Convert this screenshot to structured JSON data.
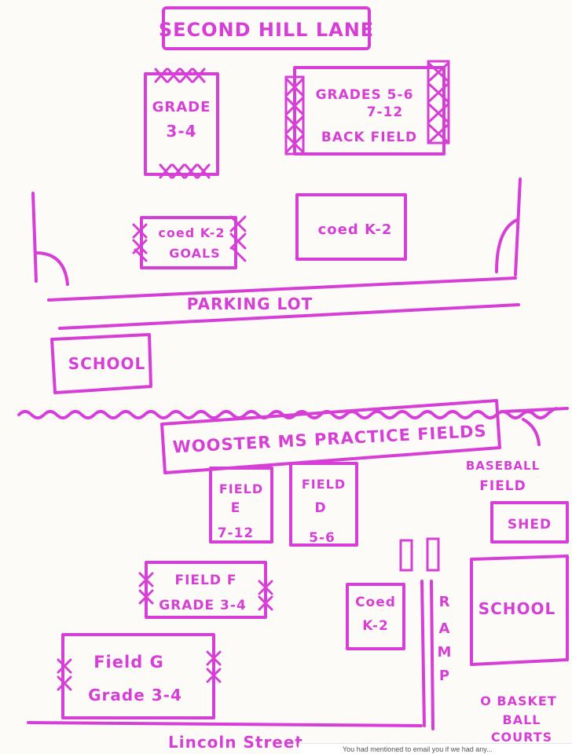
{
  "colors": {
    "ink": "#d63fd6",
    "paper": "#fdfbf7"
  },
  "top": {
    "street": "SECOND HILL LANE",
    "grade_3_4": {
      "line1": "GRADE",
      "line2": "3-4"
    },
    "back_field": {
      "line1": "GRADES 5-6",
      "line2": "7-12",
      "line3": "BACK FIELD"
    },
    "coed_goals": {
      "line1": "coed K-2",
      "line2": "GOALS"
    },
    "coed_k2": "coed K-2",
    "parking": "PARKING LOT",
    "school": "SCHOOL"
  },
  "bottom": {
    "title": "WOOSTER MS PRACTICE FIELDS",
    "baseball": {
      "line1": "BASEBALL",
      "line2": "FIELD"
    },
    "field_e": {
      "line1": "FIELD",
      "line2": "E",
      "line3": "7-12"
    },
    "field_d": {
      "line1": "FIELD",
      "line2": "D",
      "line3": "5-6"
    },
    "shed": "SHED",
    "field_f": {
      "line1": "FIELD F",
      "line2": "GRADE 3-4"
    },
    "coed_k2": {
      "line1": "Coed",
      "line2": "K-2"
    },
    "ramp": [
      "R",
      "A",
      "M",
      "P"
    ],
    "school": "SCHOOL",
    "field_g": {
      "line1": "Field G",
      "line2": "Grade 3-4"
    },
    "courts": {
      "line1": "O BASKET",
      "line2": "BALL",
      "line3": "COURTS"
    },
    "street": "Lincoln Street"
  },
  "note": "You had mentioned to email you if we had any..."
}
